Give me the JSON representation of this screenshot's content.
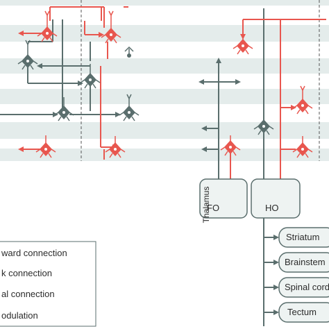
{
  "colors": {
    "feedforward": "#e8564e",
    "feedback": "#5a6e6d",
    "band": "#e4eceb",
    "box_fill": "#eef3f2",
    "box_stroke": "#5a6e6d"
  },
  "thalamus_label": "Thalamus",
  "nuclei": {
    "fo": "FO",
    "ho": "HO"
  },
  "targets": [
    "Striatum",
    "Brainstem",
    "Spinal cord",
    "Tectum"
  ],
  "legend": [
    {
      "text": "ward connection",
      "color": "#e8564e"
    },
    {
      "text": "k connection",
      "color": "#5a6e6d"
    },
    {
      "text": "al connection",
      "color": "#5a6e6d"
    },
    {
      "text": "odulation",
      "color": "#5a6e6d"
    }
  ]
}
